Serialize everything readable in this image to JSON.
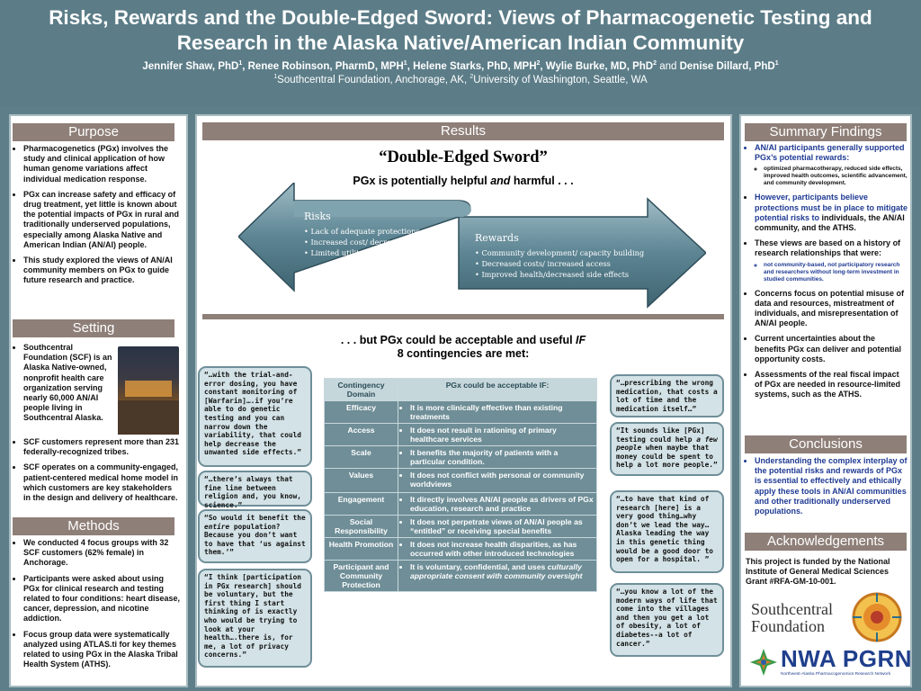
{
  "header": {
    "title": "Risks, Rewards and the Double-Edged Sword: Views of Pharmacogenetic Testing and Research in the Alaska Native/American Indian Community",
    "authors": [
      {
        "name": "Jennifer Shaw, PhD",
        "sup": "1"
      },
      {
        "name": "Renee Robinson, PharmD, MPH",
        "sup": "1"
      },
      {
        "name": "Helene Starks, PhD, MPH",
        "sup": "2"
      },
      {
        "name": "Wylie Burke, MD, PhD",
        "sup": "2"
      },
      {
        "name": "Denise Dillard, PhD",
        "sup": "1"
      }
    ],
    "and": "and",
    "affiliations": [
      {
        "sup": "1",
        "text": "Southcentral Foundation, Anchorage, AK, "
      },
      {
        "sup": "2",
        "text": "University of Washington, Seattle, WA"
      }
    ]
  },
  "purpose": {
    "heading": "Purpose",
    "items": [
      "Pharmacogenetics (PGx) involves the study and clinical application of how human genome variations affect individual medication response.",
      "PGx can increase safety and efficacy of drug treatment, yet little is known about the potential impacts of PGx in rural and traditionally underserved populations, especially among Alaska Native and American Indian (AN/AI) people.",
      "This study explored the views of AN/AI community members on PGx to guide future research and practice."
    ]
  },
  "setting": {
    "heading": "Setting",
    "items": [
      "Southcentral Foundation (SCF) is an Alaska Native-owned, nonprofit health care organization serving nearly 60,000 AN/AI people living in Southcentral Alaska.",
      "SCF customers represent more than 231 federally-recognized tribes.",
      "SCF operates on a community-engaged, patient-centered medical home model in which customers are key stakeholders in the design and delivery of healthcare."
    ]
  },
  "methods": {
    "heading": "Methods",
    "items": [
      "We conducted 4 focus groups with 32 SCF customers (62% female) in Anchorage.",
      "Participants were asked about using PGx for clinical research and testing related to four conditions: heart disease, cancer, depression, and nicotine addiction.",
      "Focus group data were systematically analyzed using ATLAS.ti for key themes related to using PGx in the Alaska Tribal Health System (ATHS)."
    ]
  },
  "results": {
    "heading": "Results",
    "sword_title": "“Double-Edged Sword”",
    "helpful_pre": "PGx is potentially helpful ",
    "helpful_and": "and",
    "helpful_post": " harmful . . .",
    "risks": {
      "title": "Risks",
      "items": [
        "Lack of adequate protections",
        "Increased cost/ decreased access",
        "Limited utility"
      ]
    },
    "rewards": {
      "title": "Rewards",
      "items": [
        "Community development/ capacity building",
        "Decreased costs/ increased access",
        "Improved health/decreased side effects"
      ]
    },
    "acceptable_pre": ". . . but PGx could be acceptable and useful ",
    "acceptable_if": "IF",
    "contingencies_line": "8 contingencies are met:",
    "table": {
      "headers": [
        "Contingency Domain",
        "PGx could be acceptable IF:"
      ],
      "rows": [
        {
          "domain": "Efficacy",
          "text": "It is more clinically effective than existing treatments"
        },
        {
          "domain": "Access",
          "text": "It does not result in rationing of primary healthcare services"
        },
        {
          "domain": "Scale",
          "text": "It benefits the majority of patients with a particular condition."
        },
        {
          "domain": "Values",
          "text": "It does not conflict with personal or community worldviews"
        },
        {
          "domain": "Engagement",
          "text": "It directly involves AN/AI people as drivers of PGx education, research and practice"
        },
        {
          "domain": "Social Responsibility",
          "text": "It does not perpetrate views of AN/AI people as “entitled” or receiving special benefits"
        },
        {
          "domain": "Health Promotion",
          "text": "It does not increase health disparities, as has occurred with other introduced technologies"
        },
        {
          "domain": "Participant and Community Protection",
          "text_pre": "It is voluntary, confidential, and uses ",
          "text_em": "culturally appropriate consent with community oversight"
        }
      ]
    },
    "quotes_left": [
      {
        "pre": "“…with the trial-and-error dosing, you have constant monitoring of [Warfarin]….if you’re able to do genetic testing and you can narrow down the variability, that could help decrease the unwanted side effects.”"
      },
      {
        "pre": "“…there’s always that fine line between religion and, you know, science.”"
      },
      {
        "pre": "“So would it benefit the ",
        "em": "entire",
        "post": " population? Because you don’t want to have that ‘us against them.’”"
      },
      {
        "pre": "“I think [participation in PGx research] should be voluntary, but the first thing I start thinking of is exactly who would be trying to look at your health….there is, for me, a lot of privacy concerns.”"
      }
    ],
    "quotes_right": [
      {
        "pre": "“…prescribing the wrong medication, that costs a lot of time and the medication itself…”"
      },
      {
        "pre": "“It sounds like [PGx] testing could help ",
        "em": "a few people",
        "post": " when maybe that money could be spent to help a lot more people.”"
      },
      {
        "pre": "“…to have that kind of research [here] is a very good thing…why don’t we lead the way… Alaska leading the way in this genetic thing would be a good door to open for a hospital. ”"
      },
      {
        "pre": "“…you know a lot of the modern ways of life that come into the villages and then you get a lot of obesity, a lot of diabetes--a lot of cancer.”"
      }
    ]
  },
  "summary": {
    "heading": "Summary Findings",
    "items": [
      {
        "text": "AN/AI participants generally supported PGx’s potential rewards:",
        "color": "blue",
        "sub": [
          "optimized pharmacotherapy, reduced side effects, improved health outcomes, scientific advancement, and community development."
        ]
      },
      {
        "text_blue": "However, participants believe protections must be in place to mitigate potential risks to",
        "text_black": " individuals, the AN/AI community, and the ATHS."
      },
      {
        "text": "These views are based on a history of research relationships that were:",
        "color": "black",
        "sub": [
          "not community-based, not participatory research and researchers without long-term investment in studied communities."
        ]
      },
      {
        "text": "Concerns focus on potential misuse of data and resources, mistreatment of individuals, and misrepresentation of AN/AI people.",
        "color": "black"
      },
      {
        "text": "Current uncertainties about the benefits PGx can deliver and potential opportunity costs.",
        "color": "black"
      },
      {
        "text": "Assessments of the real fiscal impact of PGx are needed in resource-limited systems, such as the ATHS.",
        "color": "black"
      }
    ]
  },
  "conclusions": {
    "heading": "Conclusions",
    "items": [
      "Understanding the complex interplay of the potential risks and rewards of PGx is essential to effectively and ethically apply these tools in AN/AI communities and other traditionally underserved populations."
    ]
  },
  "acknowledgements": {
    "heading": "Acknowledgements",
    "text": "This project is funded by the National Institute of General Medical Sciences Grant #RFA-GM-10-001."
  },
  "logos": {
    "southcentral_line1": "Southcentral",
    "southcentral_line2": "Foundation",
    "nwa": "NWA PGRN",
    "nwa_sub": "Northwest-Alaska Pharmacogenomics Research Network"
  },
  "colors": {
    "background": "#5e7f8a",
    "section_header": "#8e7f78",
    "blue_text": "#1f3a93",
    "table_body": "#6f8e97"
  }
}
